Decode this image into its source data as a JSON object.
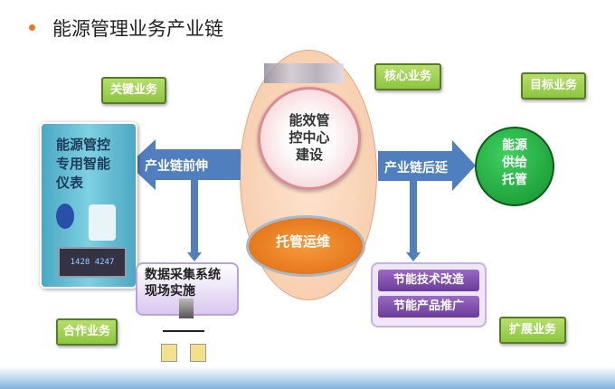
{
  "title": "能源管理业务产业链",
  "center": {
    "core_lines": [
      "能效管",
      "控中心",
      "建设"
    ],
    "ops": "托管运维",
    "tag": "核心业务"
  },
  "left": {
    "arrow": "产业链前伸",
    "scroll_lines": [
      "能源管控",
      "专用智能",
      "仪表"
    ],
    "tag": "关键业务",
    "meter_display": "1428 4247",
    "data_box_lines": [
      "数据采集系统",
      "现场实施"
    ],
    "data_tag": "合作业务"
  },
  "right": {
    "arrow": "产业链后延",
    "circle_lines": [
      "能源",
      "供给",
      "托管"
    ],
    "tag": "目标业务",
    "bars": [
      "节能技术改造",
      "节能产品推广"
    ],
    "bars_tag": "扩展业务"
  },
  "colors": {
    "blue": "#4f7fbf",
    "green": "#1fa83a",
    "orange": "#e8791e",
    "tag_green": "#8cc63f",
    "purple": "#6a3c98",
    "teal": "#5bb8d0"
  }
}
